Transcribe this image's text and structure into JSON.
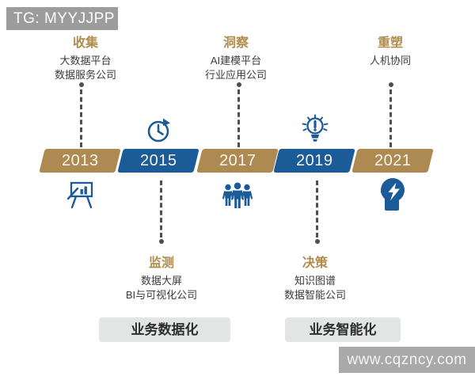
{
  "header": {
    "tag_label": "TG: MYYJJPP"
  },
  "watermark": {
    "label": "www.cqzncy.com"
  },
  "colors": {
    "gold": "#ad8a52",
    "blue": "#1b5b97",
    "heading_gold_text": "#b08c4d",
    "body_text": "#3b3b3b",
    "header_bar_bg": "#9c9c9c",
    "watermark_bar_bg": "#a9a9a9",
    "phase_box_bg": "#e3e5e5"
  },
  "timeline": {
    "milestones": [
      {
        "year": "2013",
        "theme": "gold",
        "label_side": "top",
        "icon": "presentation-chart-icon",
        "title": "收集",
        "desc_lines": [
          "大数据平台",
          "数据服务公司"
        ]
      },
      {
        "year": "2015",
        "theme": "blue",
        "label_side": "bottom",
        "icon": "history-clock-icon",
        "title": "监测",
        "desc_lines": [
          "数据大屏",
          "BI与可视化公司"
        ]
      },
      {
        "year": "2017",
        "theme": "gold",
        "label_side": "top",
        "icon": "team-people-icon",
        "title": "洞察",
        "desc_lines": [
          "AI建模平台",
          "行业应用公司"
        ]
      },
      {
        "year": "2019",
        "theme": "blue",
        "label_side": "bottom",
        "icon": "idea-bulb-icon",
        "title": "决策",
        "desc_lines": [
          "知识图谱",
          "数据智能公司"
        ]
      },
      {
        "year": "2021",
        "theme": "gold",
        "label_side": "top",
        "icon": "smart-mind-icon",
        "title": "重塑",
        "desc_lines": [
          "人机协同"
        ]
      }
    ]
  },
  "phases": [
    {
      "label": "业务数据化"
    },
    {
      "label": "业务智能化"
    }
  ]
}
